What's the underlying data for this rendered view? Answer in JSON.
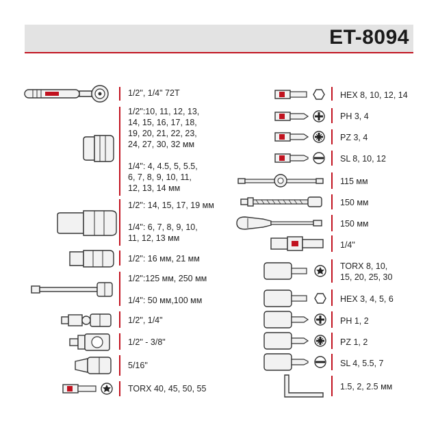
{
  "header": {
    "model": "ET-8094"
  },
  "left_items": [
    {
      "text": "1/2\", 1/4\" 72T",
      "tool": "ratchet-icon"
    },
    {
      "text": "1/2\":10, 11, 12, 13,\n14, 15, 16, 17, 18,\n19,  20, 21, 22, 23,\n24, 27, 30, 32 мм\n\n1/4\": 4, 4.5, 5, 5.5,\n6, 7, 8, 9, 10, 11,\n12, 13, 14 мм",
      "tool": "socket-icon"
    },
    {
      "text": "1/2\": 14, 15, 17, 19 мм\n\n1/4\": 6, 7, 8, 9, 10,\n11, 12, 13 мм",
      "tool": "deep-socket-icon"
    },
    {
      "text": "1/2\": 16 мм, 21 мм",
      "tool": "spark-plug-socket-icon"
    },
    {
      "text": "1/2\":125 мм, 250 мм\n\n1/4\": 50 мм,100 мм",
      "tool": "extension-bar-icon"
    },
    {
      "text": "1/2\", 1/4\"",
      "tool": "universal-joint-icon"
    },
    {
      "text": "1/2\" - 3/8\"",
      "tool": "adapter-icon"
    },
    {
      "text": "5/16\"",
      "tool": "bit-adapter-icon"
    },
    {
      "text": "TORX 40, 45, 50, 55",
      "tool": "torx-bit-icon"
    }
  ],
  "right_items": [
    {
      "text": "HEX 8, 10, 12, 14",
      "tool": "hex-bit-icon"
    },
    {
      "text": "PH 3, 4",
      "tool": "ph-bit-icon"
    },
    {
      "text": "PZ 3, 4",
      "tool": "pz-bit-icon"
    },
    {
      "text": "SL 8, 10, 12",
      "tool": "sl-bit-icon"
    },
    {
      "text": "115 мм",
      "tool": "sliding-t-bar-icon"
    },
    {
      "text": "150 мм",
      "tool": "flexible-extension-icon"
    },
    {
      "text": "150 мм",
      "tool": "spinner-handle-icon"
    },
    {
      "text": "1/4\"",
      "tool": "bit-holder-adapter-icon"
    },
    {
      "text": "TORX 8, 10,\n15, 20, 25, 30",
      "tool": "torx-bit-socket-icon"
    },
    {
      "text": "HEX 3, 4, 5, 6",
      "tool": "hex-bit-socket-icon"
    },
    {
      "text": "PH 1, 2",
      "tool": "ph-bit-socket-icon"
    },
    {
      "text": "PZ 1, 2",
      "tool": "pz-bit-socket-icon"
    },
    {
      "text": "SL 4, 5.5, 7",
      "tool": "sl-bit-socket-icon"
    },
    {
      "text": "1.5, 2, 2.5 мм",
      "tool": "hex-key-icon"
    }
  ],
  "colors": {
    "accent": "#c1121f",
    "header_bg": "#e3e3e3"
  }
}
